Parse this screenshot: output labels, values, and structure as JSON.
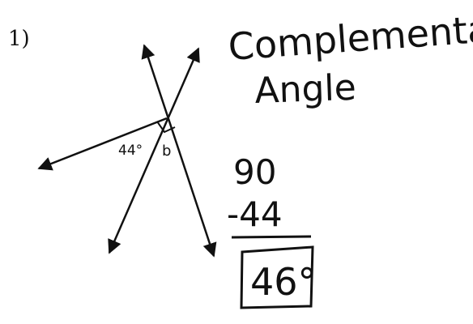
{
  "problem": {
    "number_label": "1)"
  },
  "diagram": {
    "given_angle_label": "44°",
    "unknown_angle_label": "b"
  },
  "handwritten_work": {
    "title_line_1": "Complementary",
    "title_line_2": "Angle",
    "minuend": "90",
    "subtrahend": "-44",
    "answer": "46°"
  },
  "colors": {
    "ink": "#111111",
    "paper": "#ffffff"
  }
}
